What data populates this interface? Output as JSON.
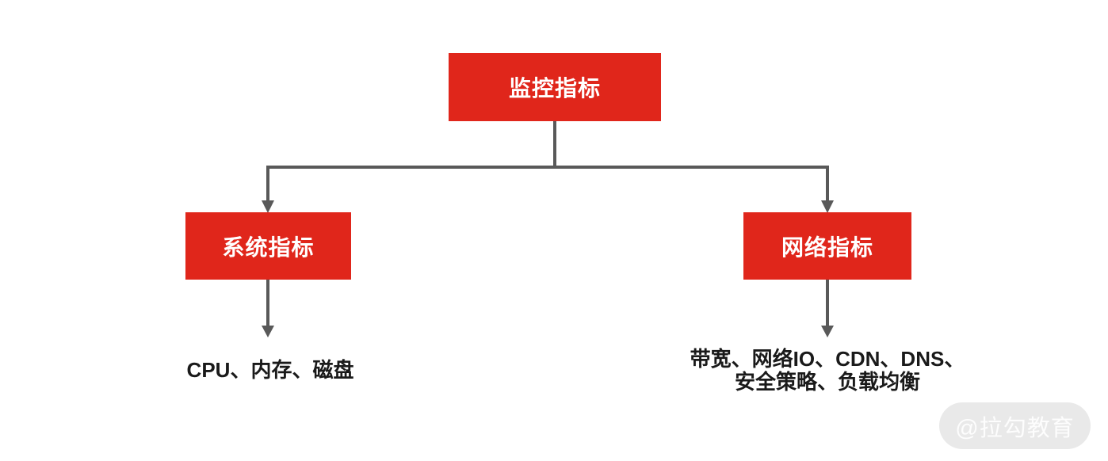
{
  "diagram": {
    "root": {
      "label": "监控指标"
    },
    "children": [
      {
        "label": "系统指标",
        "leaf": "CPU、内存、磁盘"
      },
      {
        "label": "网络指标",
        "leaf_lines": [
          "带宽、网络IO、CDN、DNS、",
          "安全策略、负载均衡"
        ]
      }
    ]
  },
  "watermark": {
    "label": "@拉勾教育"
  },
  "colors": {
    "node_fill": "#E0261B",
    "node_text": "#FFFFFF",
    "connector": "#595959",
    "leaf_text": "#1A1A1A",
    "watermark_fill": "#E9E9E9",
    "watermark_text": "#FDFDFD"
  }
}
